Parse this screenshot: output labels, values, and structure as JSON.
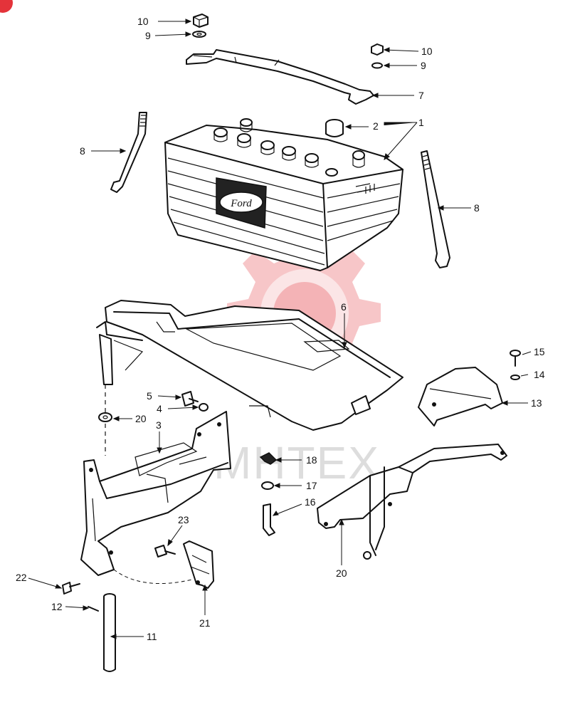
{
  "diagram": {
    "watermark_text": "MHTEX",
    "battery_logo": "Ford",
    "callouts": [
      {
        "id": "c10a",
        "label": "10"
      },
      {
        "id": "c9a",
        "label": "9"
      },
      {
        "id": "c10b",
        "label": "10"
      },
      {
        "id": "c9b",
        "label": "9"
      },
      {
        "id": "c7",
        "label": "7"
      },
      {
        "id": "c2",
        "label": "2"
      },
      {
        "id": "c1",
        "label": "1"
      },
      {
        "id": "c8a",
        "label": "8"
      },
      {
        "id": "c8b",
        "label": "8"
      },
      {
        "id": "c6",
        "label": "6"
      },
      {
        "id": "c15",
        "label": "15"
      },
      {
        "id": "c14",
        "label": "14"
      },
      {
        "id": "c13",
        "label": "13"
      },
      {
        "id": "c5",
        "label": "5"
      },
      {
        "id": "c4",
        "label": "4"
      },
      {
        "id": "c20a",
        "label": "20"
      },
      {
        "id": "c3",
        "label": "3"
      },
      {
        "id": "c18",
        "label": "18"
      },
      {
        "id": "c17",
        "label": "17"
      },
      {
        "id": "c16",
        "label": "16"
      },
      {
        "id": "c23",
        "label": "23"
      },
      {
        "id": "c20b",
        "label": "20"
      },
      {
        "id": "c22",
        "label": "22"
      },
      {
        "id": "c12",
        "label": "12"
      },
      {
        "id": "c21",
        "label": "21"
      },
      {
        "id": "c11",
        "label": "11"
      }
    ]
  }
}
